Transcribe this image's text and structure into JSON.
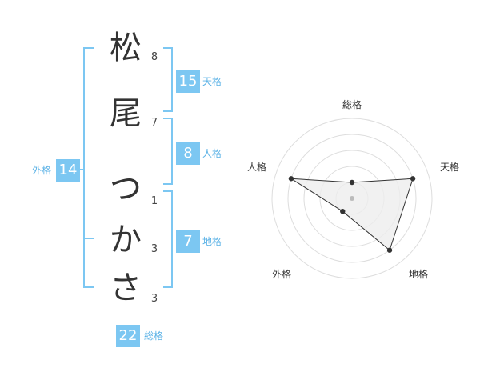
{
  "name": {
    "chars": [
      "松",
      "尾",
      "つ",
      "か",
      "さ"
    ],
    "strokes": [
      "8",
      "7",
      "1",
      "3",
      "3"
    ]
  },
  "fortune": {
    "tenkaku": {
      "value": "15",
      "label": "天格"
    },
    "jinkaku": {
      "value": "8",
      "label": "人格"
    },
    "chikaku": {
      "value": "7",
      "label": "地格"
    },
    "gaikaku": {
      "value": "14",
      "label": "外格"
    },
    "soukaku": {
      "value": "22",
      "label": "総格"
    }
  },
  "chart_data": {
    "type": "radar",
    "axes": [
      "総格",
      "天格",
      "地格",
      "外格",
      "人格"
    ],
    "values": [
      1,
      4,
      4,
      1,
      4
    ],
    "rmax": 5,
    "rings": 5,
    "fill_color": "#eeeeee",
    "line_color": "#333333"
  }
}
